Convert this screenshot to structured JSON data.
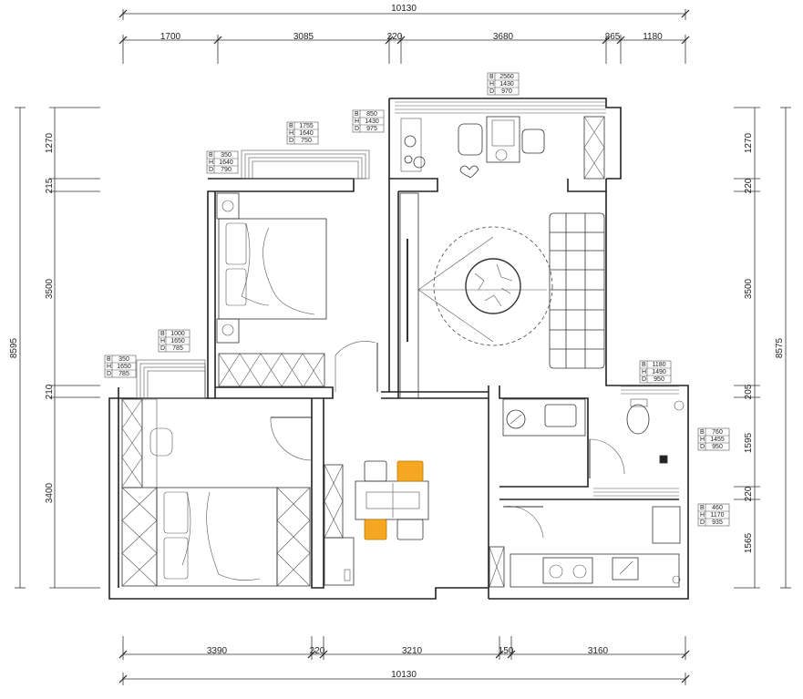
{
  "dimensions": {
    "top_total": "10130",
    "top_segments": [
      "1700",
      "3085",
      "220",
      "3680",
      "265",
      "1180"
    ],
    "bottom_total": "10130",
    "bottom_segments": [
      "3390",
      "220",
      "3210",
      "150",
      "3160"
    ],
    "left_total": "8595",
    "left_segments": [
      "1270",
      "215",
      "3500",
      "210",
      "3400"
    ],
    "right_total": "8575",
    "right_segments": [
      "1270",
      "220",
      "3500",
      "205",
      "1595",
      "220",
      "1565"
    ]
  },
  "window_tags": [
    {
      "B": "2560",
      "H": "1430",
      "D": "970"
    },
    {
      "B": "850",
      "H": "1430",
      "D": "975"
    },
    {
      "B": "1755",
      "H": "1640",
      "D": "750"
    },
    {
      "B": "350",
      "H": "1640",
      "D": "790"
    },
    {
      "B": "1000",
      "H": "1650",
      "D": "785"
    },
    {
      "B": "350",
      "H": "1650",
      "D": "785"
    },
    {
      "B": "1180",
      "H": "1490",
      "D": "950"
    },
    {
      "B": "760",
      "H": "1455",
      "D": "950"
    },
    {
      "B": "460",
      "H": "1170",
      "D": "935"
    }
  ],
  "tag_keys": [
    "B",
    "H",
    "D"
  ],
  "colors": {
    "wall": "#222222",
    "chair_orange": "#f5a623",
    "chair_yellow": "#ffd54f"
  }
}
